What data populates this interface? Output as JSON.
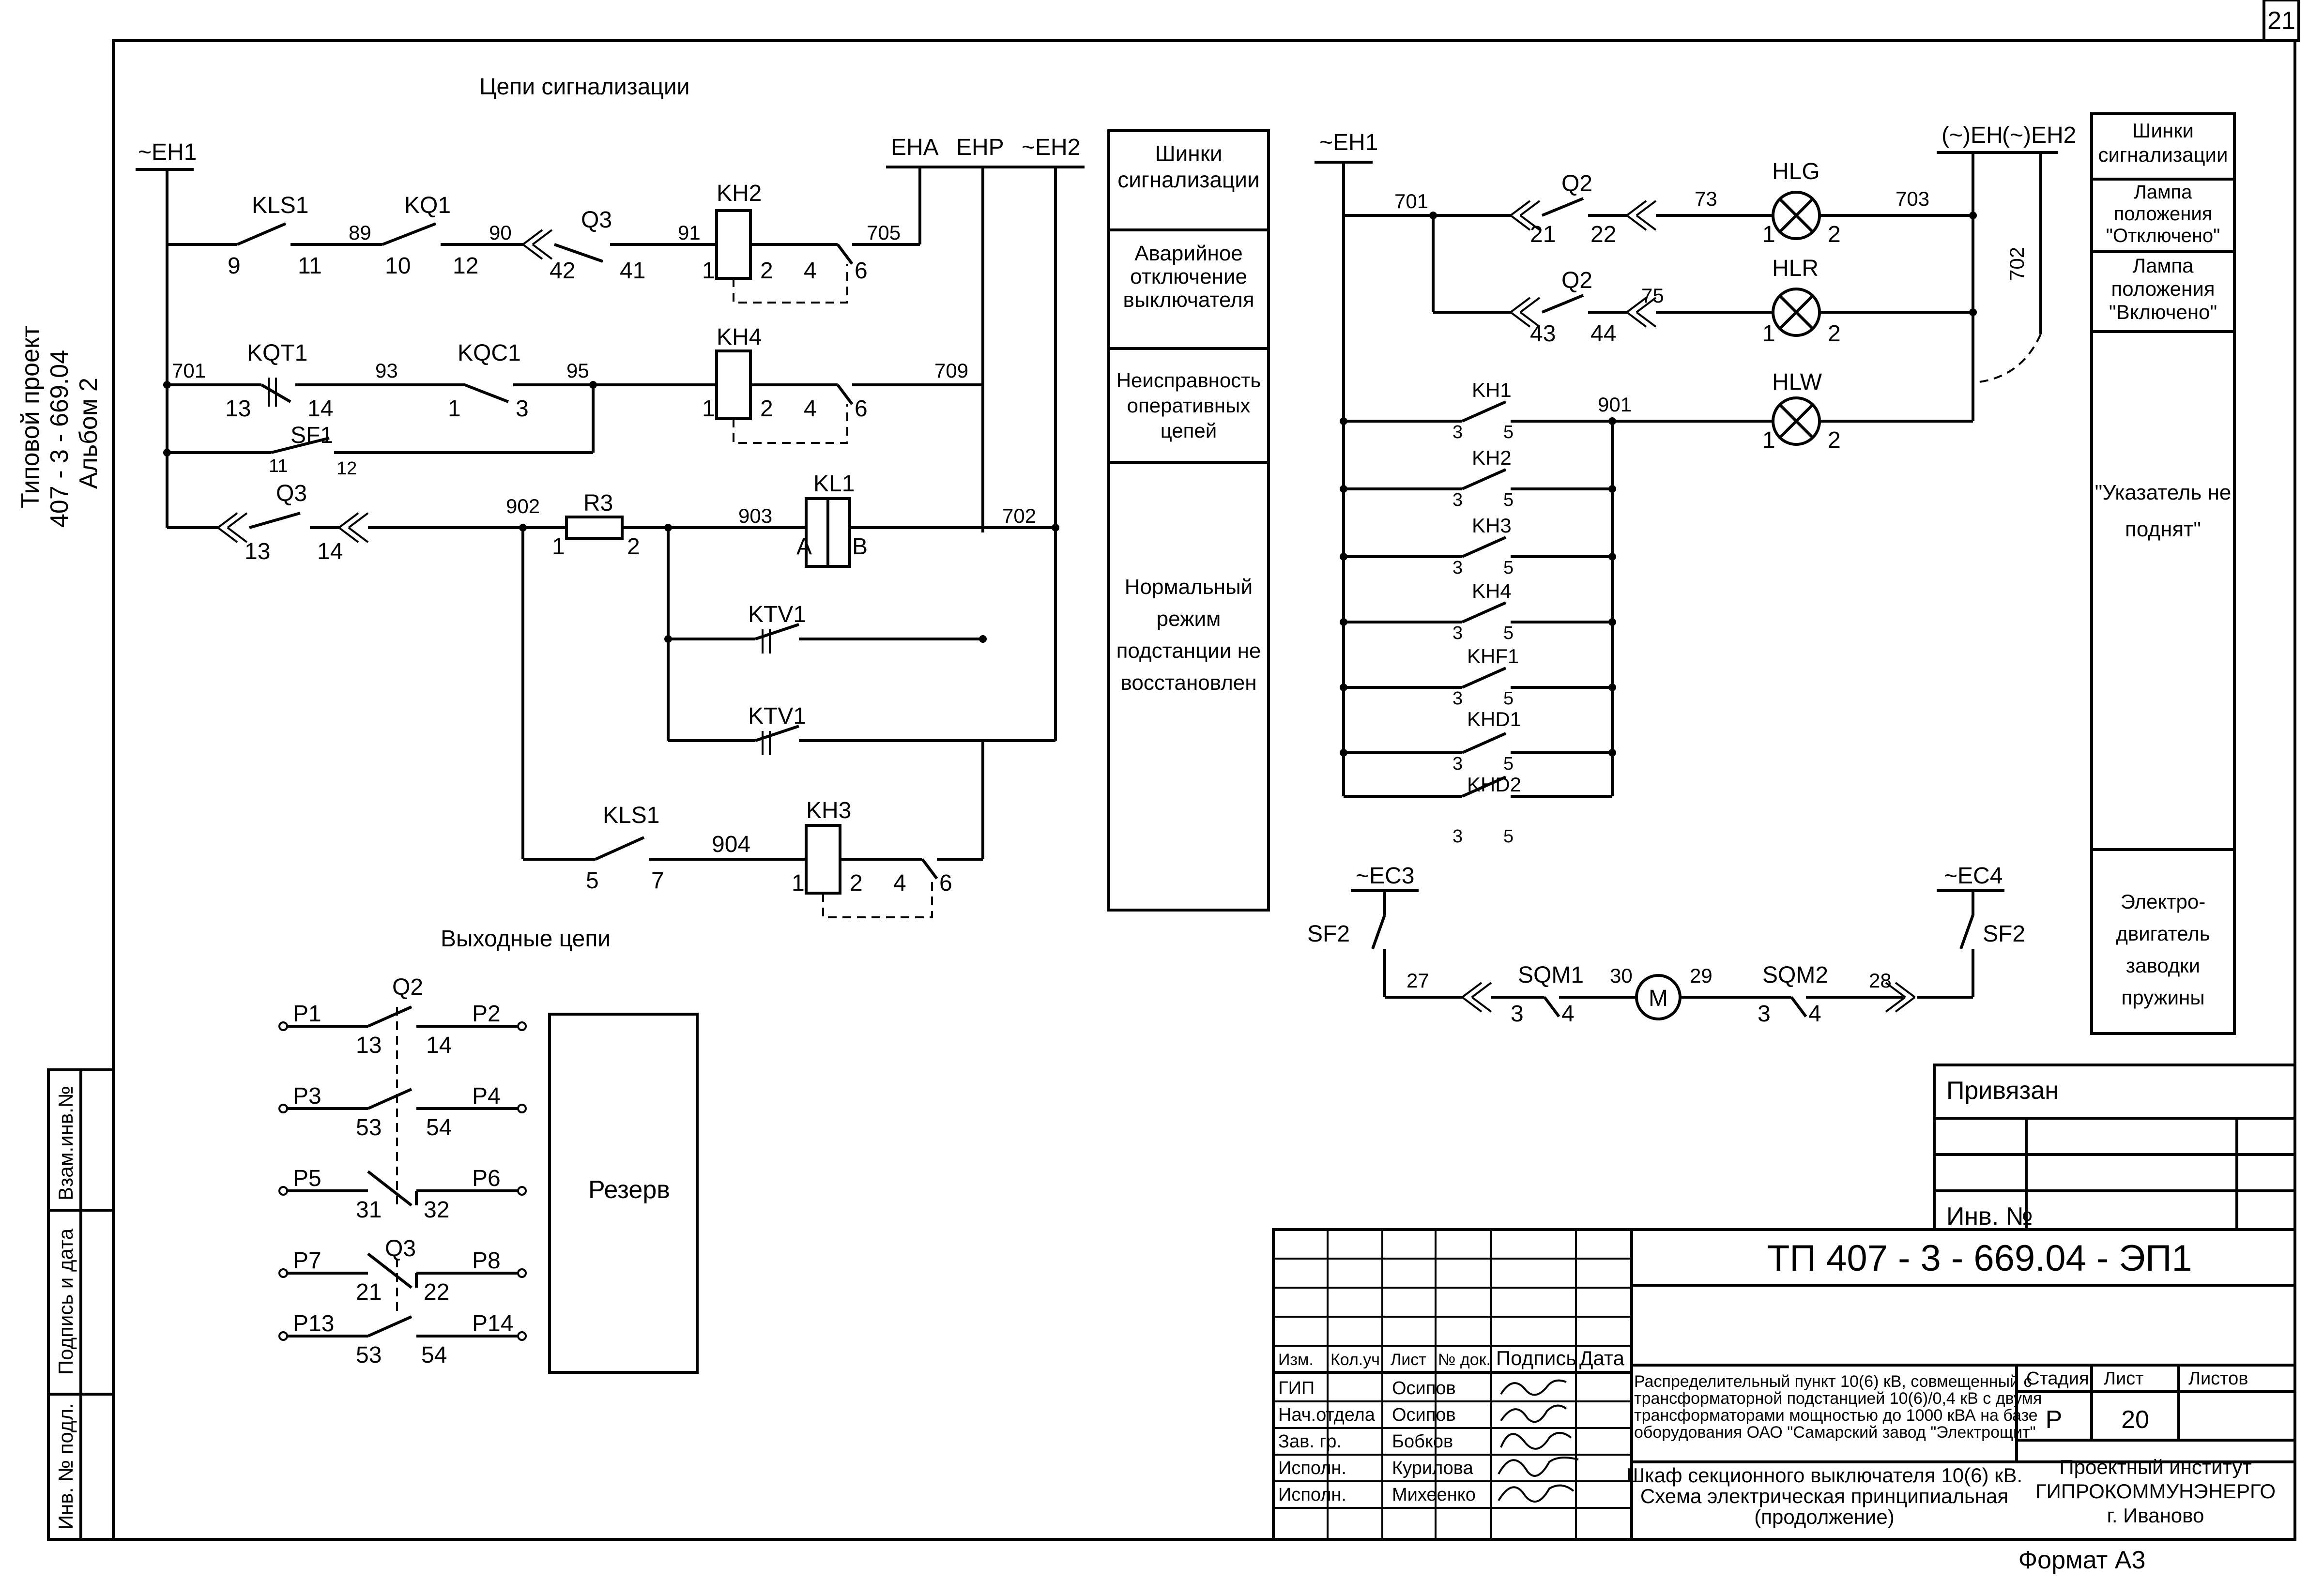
{
  "page": {
    "sheet_number": "21",
    "format": "Формат А3",
    "project_vertical": [
      "Типовой проект",
      "407 - 3 - 669.04",
      "Альбом 2"
    ],
    "left_stamp": [
      "Взам.инв.№",
      "Подпись и дата",
      "Инв. № подл."
    ]
  },
  "signal_section": {
    "title": "Цепи сигнализации",
    "bus_labels": [
      "~EH1",
      "EHA",
      "EHP",
      "~EH2"
    ],
    "row1": {
      "elements": [
        "KLS1",
        "KQ1",
        "Q3",
        "KH2"
      ],
      "wires": [
        "89",
        "90",
        "91",
        "705"
      ],
      "contacts": [
        "9",
        "11",
        "10",
        "12",
        "42",
        "41",
        "1",
        "2",
        "4",
        "6"
      ]
    },
    "row2": {
      "elements": [
        "KQT1",
        "KQC1",
        "KH4",
        "SF1"
      ],
      "wires": [
        "701",
        "93",
        "95",
        "709"
      ],
      "contacts": [
        "13",
        "14",
        "1",
        "3",
        "1",
        "2",
        "4",
        "6",
        "11",
        "12"
      ]
    },
    "row3": {
      "elements": [
        "Q3",
        "R3",
        "KL1"
      ],
      "wires": [
        "902",
        "903",
        "702"
      ],
      "contacts": [
        "13",
        "14",
        "1",
        "2",
        "A",
        "B"
      ]
    },
    "ktv": [
      "KTV1",
      "KTV1"
    ],
    "row4": {
      "elements": [
        "KLS1",
        "KH3"
      ],
      "wires": [
        "904"
      ],
      "contacts": [
        "5",
        "7",
        "1",
        "2",
        "4",
        "6"
      ]
    }
  },
  "legend_left": [
    "Шинки сигнализации",
    "Аварийное отключение выключателя",
    "Неисправность оперативных цепей",
    "Нормальный режим подстанции не восстановлен"
  ],
  "output_section": {
    "title": "Выходные цепи",
    "q2": "Q2",
    "q3": "Q3",
    "rows": [
      {
        "left": "P1",
        "right": "P2",
        "a": "13",
        "b": "14"
      },
      {
        "left": "P3",
        "right": "P4",
        "a": "53",
        "b": "54"
      },
      {
        "left": "P5",
        "right": "P6",
        "a": "31",
        "b": "32"
      },
      {
        "left": "P7",
        "right": "P8",
        "a": "21",
        "b": "22"
      },
      {
        "left": "P13",
        "right": "P14",
        "a": "53",
        "b": "54"
      }
    ],
    "reserve": "Резерв"
  },
  "right_section": {
    "bus_labels": [
      "~EH1",
      "(~)EH",
      "(~)EH2"
    ],
    "wires": [
      "701",
      "73",
      "703",
      "75",
      "901",
      "702"
    ],
    "q2a": {
      "name": "Q2",
      "contacts": [
        "21",
        "22"
      ]
    },
    "q2b": {
      "name": "Q2",
      "contacts": [
        "43",
        "44"
      ]
    },
    "lamps": [
      "HLG",
      "HLR",
      "HLW"
    ],
    "lamp_pins": [
      "1",
      "2"
    ],
    "kh_contacts": [
      "KH1",
      "KH2",
      "KH3",
      "KH4",
      "KHF1",
      "KHD1",
      "KHD2"
    ],
    "kh_pins": [
      "3",
      "5"
    ],
    "motor": {
      "bus_left": "~EC3",
      "bus_right": "~EC4",
      "sf": "SF2",
      "sqm1": "SQM1",
      "sqm2": "SQM2",
      "motor": "M",
      "wires": [
        "27",
        "30",
        "29",
        "28"
      ],
      "pins": [
        "3",
        "4"
      ]
    }
  },
  "legend_right": [
    "Шинки сигнализации",
    "Лампа положения \"Отключено\"",
    "Лампа положения \"Включено\"",
    "\"Указатель не поднят\"",
    "Электро-двигатель заводки пружины"
  ],
  "title_block": {
    "privyazan": "Привязан",
    "inv_no": "Инв. №",
    "code": "ТП  407 - 3 - 669.04 - ЭП1",
    "headers": [
      "Изм.",
      "Кол.уч.",
      "Лист",
      "№ док.",
      "Подпись",
      "Дата"
    ],
    "roles": [
      {
        "role": "ГИП",
        "name": "Осипов"
      },
      {
        "role": "Нач.отдела",
        "name": "Осипов"
      },
      {
        "role": "Зав. гр.",
        "name": "Бобков"
      },
      {
        "role": "Исполн.",
        "name": "Курилова"
      },
      {
        "role": "Исполн.",
        "name": "Михеенко"
      }
    ],
    "description": [
      "Распределительный пункт 10(6) кВ, совмещенный с",
      "трансформаторной подстанцией 10(6)/0,4 кВ с двумя",
      "трансформаторами мощностью до 1000 кВА на базе",
      "оборудования ОАО \"Самарский завод \"Электрощит\""
    ],
    "drawing_title": [
      "Шкаф секционного выключателя 10(6) кВ.",
      "Схема электрическая принципиальная",
      "(продолжение)"
    ],
    "stage_header": "Стадия",
    "sheet_header": "Лист",
    "sheets_header": "Листов",
    "stage": "Р",
    "sheet": "20",
    "institute": [
      "Проектный институт",
      "ГИПРОКОММУНЭНЕРГО",
      "г. Иваново"
    ]
  }
}
